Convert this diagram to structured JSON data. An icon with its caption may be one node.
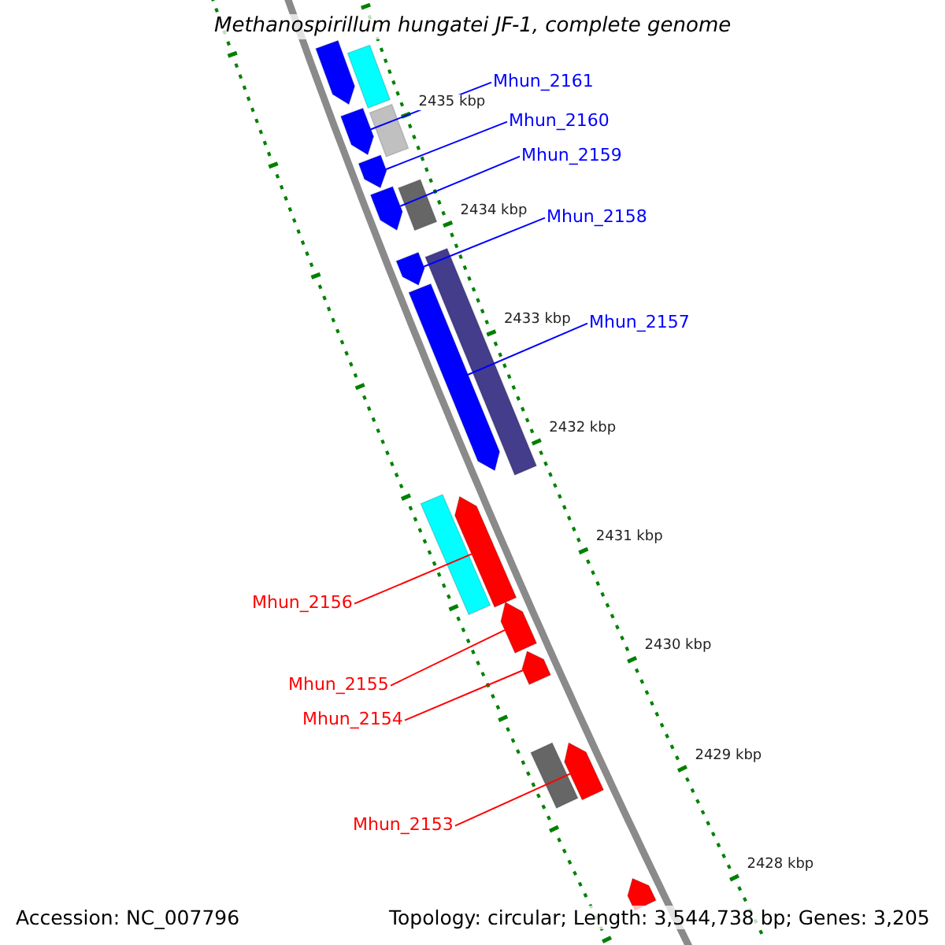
{
  "diagram": {
    "title": "Methanospirillum hungatei JF-1, complete genome",
    "nodes": [
      {
        "text": [
          "Mhun_2161"
        ]
      },
      {
        "text": [
          "Mhun_2160"
        ]
      },
      {
        "text": [
          "Mhun_2159"
        ]
      },
      {
        "text": [
          "Mhun_2158"
        ]
      },
      {
        "text": [
          "Mhun_2157"
        ]
      },
      {
        "text": [
          "Mhun_2156"
        ]
      },
      {
        "text": [
          "Mhun_2155"
        ]
      },
      {
        "text": [
          "Mhun_2154"
        ]
      },
      {
        "text": [
          "Mhun_2153"
        ]
      },
      {
        "text": [],
        "shape": "arrow"
      },
      {
        "text": [],
        "shape": "arrow"
      },
      {
        "text": [],
        "shape": "arrow"
      },
      {
        "text": [],
        "shape": "arrow"
      },
      {
        "text": [],
        "shape": "arrow"
      },
      {
        "text": [],
        "shape": "arrow"
      },
      {
        "text": [],
        "shape": "arrow"
      },
      {
        "text": [],
        "shape": "arrow"
      },
      {
        "text": [],
        "shape": "arrow"
      },
      {
        "text": [],
        "shape": "arrow"
      },
      {
        "text": [],
        "shape": "bar"
      },
      {
        "text": [],
        "shape": "bar"
      },
      {
        "text": [],
        "shape": "bar"
      },
      {
        "text": [],
        "shape": "bar"
      },
      {
        "text": [],
        "shape": "bar"
      },
      {
        "text": [],
        "shape": "bar"
      },
      {
        "text": [],
        "shape": "arrow"
      }
    ],
    "edges": [
      {
        "from": 0,
        "to": 9,
        "arrow": "none"
      },
      {
        "from": 1,
        "to": 10,
        "arrow": "none"
      },
      {
        "from": 2,
        "to": 11,
        "arrow": "none"
      },
      {
        "from": 3,
        "to": 12,
        "arrow": "none"
      },
      {
        "from": 4,
        "to": 13,
        "arrow": "none"
      },
      {
        "from": 5,
        "to": 14,
        "arrow": "none",
        "color": "#ff0000"
      },
      {
        "from": 6,
        "to": 15,
        "arrow": "none",
        "color": "#ff0000"
      },
      {
        "from": 7,
        "to": 16,
        "arrow": "none",
        "color": "#ff0000"
      },
      {
        "from": 8,
        "to": 17,
        "arrow": "none",
        "color": "#ff0000"
      }
    ],
    "labels": [
      "2435 kbp",
      "2434 kbp",
      "2433 kbp",
      "2432 kbp",
      "2431 kbp",
      "2430 kbp",
      "2429 kbp",
      "2428 kbp",
      "Accession: NC_007796",
      "Topology: circular; Length: 3,544,738 bp; Genes: 3,205"
    ]
  }
}
